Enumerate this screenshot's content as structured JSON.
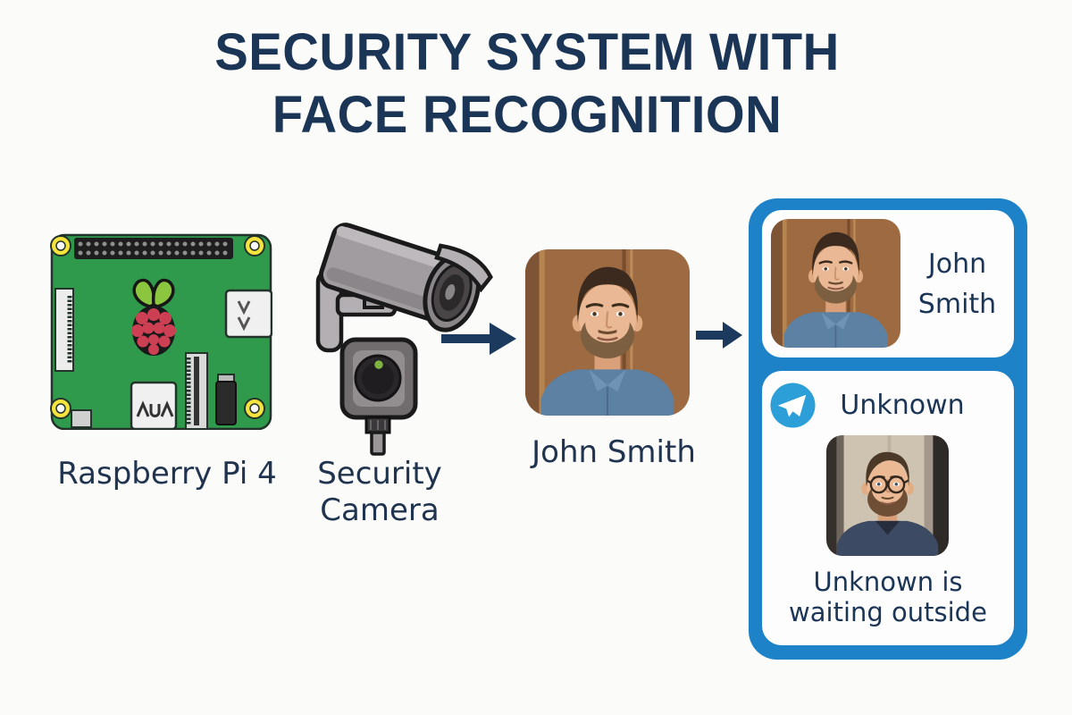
{
  "title": {
    "line1": "SECURITY SYSTEM WITH",
    "line2": "FACE RECOGNITION"
  },
  "pipeline": {
    "raspberry_pi": {
      "label": "Raspberry Pi 4"
    },
    "security_camera": {
      "label": "Security Camera"
    },
    "recognized_person": {
      "label": "John Smith"
    }
  },
  "alert_panel": {
    "known_card": {
      "name": "John Smith"
    },
    "unknown_card": {
      "title": "Unknown",
      "message": "Unknown is waiting outside"
    }
  },
  "icons": {
    "telegram": "telegram-paper-plane",
    "arrow": "arrow-right"
  },
  "colors": {
    "text_navy": "#1b3557",
    "arrow_navy": "#1c3a5e",
    "panel_blue": "#1e82c8",
    "telegram_blue": "#2d9fd8",
    "board_green": "#2f9a4c",
    "raspberry_red": "#cd4053",
    "leaf_green": "#8cc63f"
  }
}
